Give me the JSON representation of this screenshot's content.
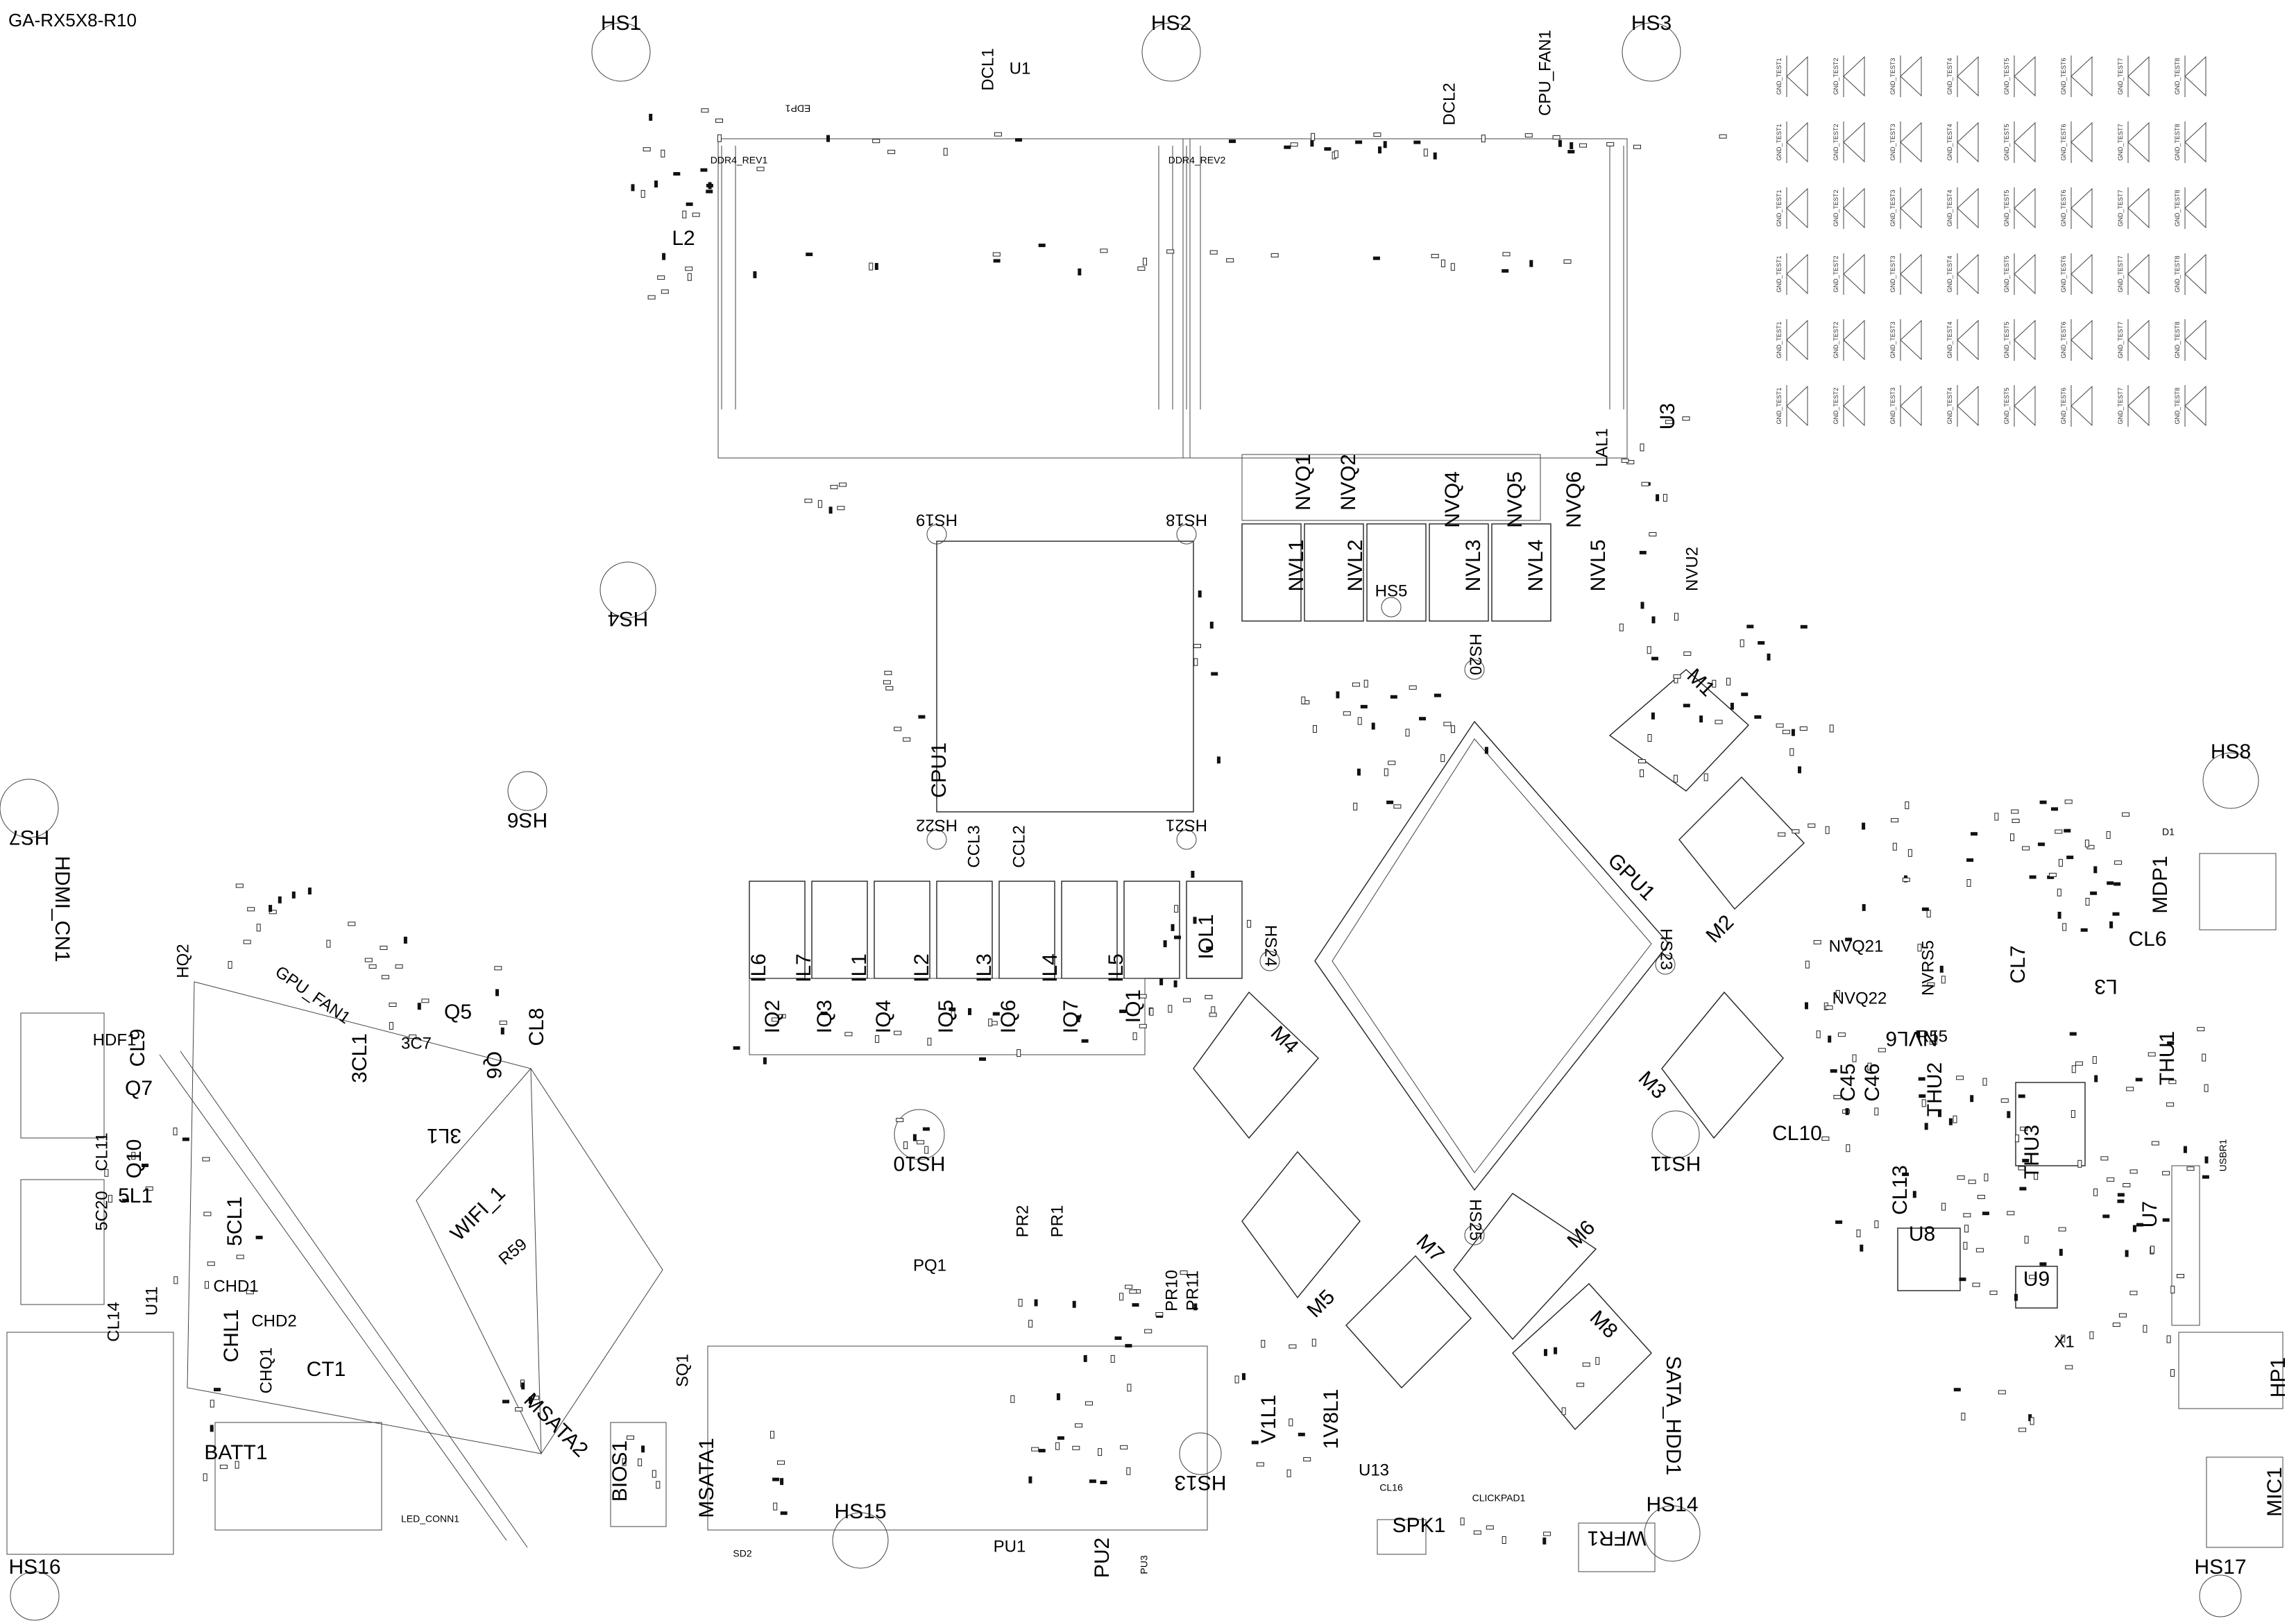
{
  "board_title": "GA-RX5X8-R10",
  "heatsinks": [
    "HS1",
    "HS2",
    "HS3",
    "HS4",
    "HS5",
    "HS6",
    "HS7",
    "HS8",
    "HS10",
    "HS11",
    "HS13",
    "HS14",
    "HS15",
    "HS16",
    "HS17",
    "HS18",
    "HS19",
    "HS20",
    "HS21",
    "HS22",
    "HS23",
    "HS24",
    "HS25"
  ],
  "major_parts": [
    "CPU1",
    "GPU1",
    "CPU_FAN1",
    "GPU_FAN1",
    "DDR4_REV1",
    "DDR4_REV2",
    "HDMI_CN1",
    "WIFI_1",
    "MSATA1",
    "MSATA2",
    "BIOS1",
    "BATT1",
    "SATA_HDD1",
    "SPK1",
    "HP1",
    "MIC1",
    "MDP1",
    "THU1",
    "THU2",
    "THU3",
    "USBR1",
    "LED_CONN1",
    "CLICKPAD1",
    "WFR1",
    "EDP1",
    "M1",
    "M2",
    "M3",
    "M4",
    "M5",
    "M6",
    "M7",
    "M8",
    "U1",
    "U3",
    "U7",
    "U8",
    "U9",
    "U11",
    "U13",
    "L2",
    "L3",
    "IL1",
    "IL2",
    "IL3",
    "IL4",
    "IL5",
    "IL6",
    "IL7",
    "IOL1",
    "3L1",
    "5L1",
    "1V8L1",
    "V1L1",
    "CHL1",
    "NVL1",
    "NVL2",
    "NVL3",
    "NVL4",
    "NVL5",
    "NVL6",
    "Q5",
    "Q6",
    "Q7",
    "Q10",
    "IQ1",
    "IQ2",
    "IQ3",
    "IQ4",
    "IQ5",
    "IQ6",
    "IQ7",
    "HQ2",
    "CHQ1",
    "NVQ1",
    "NVQ2",
    "NVQ4",
    "NVQ5",
    "NVQ6",
    "NVQ21",
    "NVQ22",
    "NVU2",
    "NVRS5",
    "CL6",
    "CL7",
    "CL8",
    "CL9",
    "CL10",
    "CL11",
    "CL13",
    "CL14",
    "CL16",
    "5CL1",
    "3CL1",
    "3C7",
    "CCL2",
    "CCL3",
    "C45",
    "C46",
    "CHD1",
    "CHD2",
    "CT1",
    "DCL1",
    "DCL2",
    "SQ1",
    "SD2",
    "PU1",
    "PU2",
    "PU3",
    "PQ1",
    "PR1",
    "PR2",
    "PR10",
    "PR11",
    "HDF1",
    "5C20",
    "R55",
    "R59",
    "X1",
    "D1",
    "LAL1"
  ],
  "test_point_labels": [
    "GND_TEST1",
    "GND_TEST2",
    "GND_TEST3",
    "GND_TEST4",
    "GND_TEST5",
    "GND_TEST6",
    "GND_TEST7",
    "GND_TEST8"
  ]
}
